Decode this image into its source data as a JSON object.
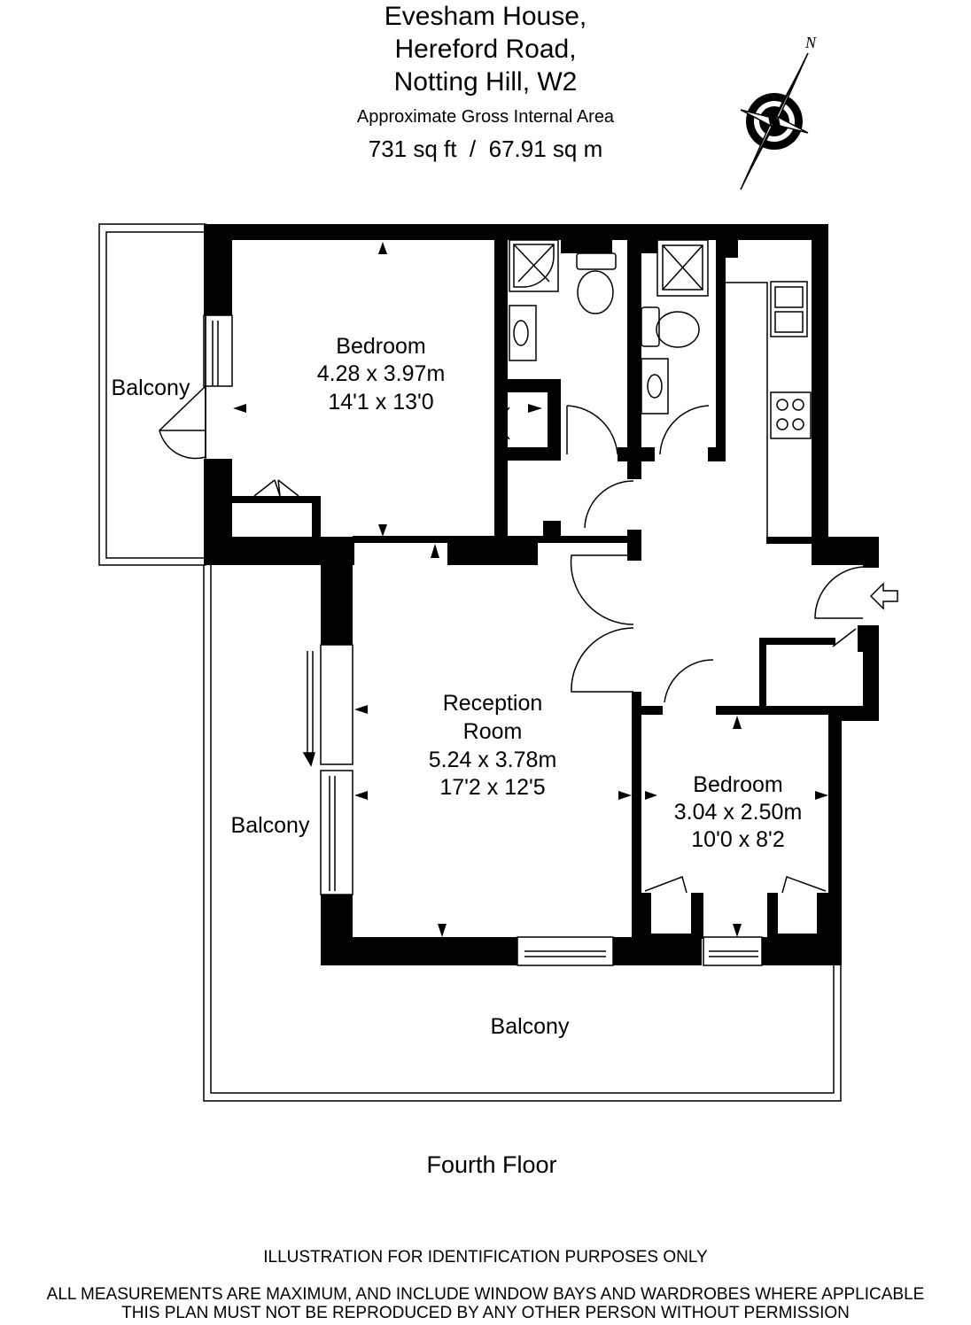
{
  "header": {
    "address_lines": [
      "Evesham House,",
      "Hereford Road,",
      "Notting Hill, W2"
    ],
    "area_label": "Approximate Gross Internal Area",
    "area_value": "731 sq ft  /  67.91 sq m"
  },
  "compass": {
    "label": "N"
  },
  "rooms": {
    "bedroom1": {
      "name": "Bedroom",
      "metric": "4.28 x 3.97m",
      "imperial": "14'1 x 13'0"
    },
    "reception": {
      "name_line1": "Reception",
      "name_line2": "Room",
      "metric": "5.24 x 3.78m",
      "imperial": "17'2 x 12'5"
    },
    "bedroom2": {
      "name": "Bedroom",
      "metric": "3.04 x 2.50m",
      "imperial": "10'0 x 8'2"
    },
    "balcony_west": "Balcony",
    "balcony_mid": "Balcony",
    "balcony_south": "Balcony"
  },
  "floor_label": "Fourth Floor",
  "disclaimers": [
    "ILLUSTRATION FOR IDENTIFICATION PURPOSES ONLY",
    "ALL MEASUREMENTS ARE MAXIMUM, AND INCLUDE WINDOW BAYS AND WARDROBES WHERE APPLICABLE",
    "THIS PLAN MUST NOT BE REPRODUCED BY ANY OTHER PERSON WITHOUT PERMISSION"
  ]
}
